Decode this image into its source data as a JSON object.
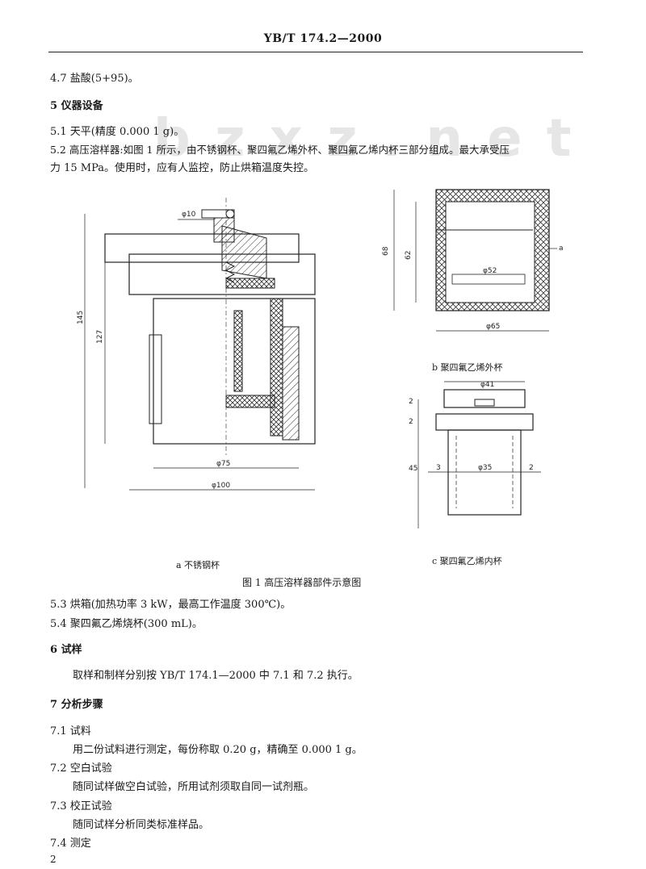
{
  "header": {
    "title": "YB/T 174.2—2000"
  },
  "watermark": "b z x z . n e t",
  "body": {
    "s4_7": "4.7  盐酸(5+95)。",
    "s5": "5  仪器设备",
    "s5_1": "5.1  天平(精度 0.000 1 g)。",
    "s5_2_a": "5.2  高压溶样器:如图 1 所示，由不锈钢杯、聚四氟乙烯外杯、聚四氟乙烯内杯三部分组成。最大承受压",
    "s5_2_b": "力 15 MPa。使用时，应有人监控，防止烘箱温度失控。"
  },
  "figure": {
    "a": {
      "caption": "a 不锈钢杯",
      "dims": {
        "phi10": "φ10",
        "h145": "145",
        "h127": "127",
        "phi75": "φ75",
        "phi100": "φ100"
      }
    },
    "b": {
      "caption": "b 聚四氟乙烯外杯",
      "dims": {
        "h68": "68",
        "h62": "62",
        "phi52": "φ52",
        "phi65": "φ65",
        "wall": "a"
      }
    },
    "c": {
      "caption": "c 聚四氟乙烯内杯",
      "dims": {
        "phi41": "φ41",
        "t2a": "2",
        "t2b": "2",
        "h45": "45",
        "w3": "3",
        "phi35": "φ35",
        "w2": "2"
      }
    },
    "title": "图 1   高压溶样器部件示意图"
  },
  "after": {
    "s5_3": "5.3  烘箱(加热功率 3 kW，最高工作温度 300℃)。",
    "s5_4": "5.4  聚四氟乙烯烧杯(300 mL)。",
    "s6": "6  试样",
    "s6_text": "取样和制样分别按 YB/T 174.1—2000 中 7.1 和 7.2 执行。",
    "s7": "7  分析步骤",
    "s7_1": "7.1  试料",
    "s7_1_text": "用二份试料进行测定，每份称取 0.20 g，精确至 0.000 1 g。",
    "s7_2": "7.2  空白试验",
    "s7_2_text": "随同试样做空白试验，所用试剂须取自同一试剂瓶。",
    "s7_3": "7.3  校正试验",
    "s7_3_text": "随同试样分析同类标准样品。",
    "s7_4": "7.4  测定"
  },
  "page_number": "2"
}
